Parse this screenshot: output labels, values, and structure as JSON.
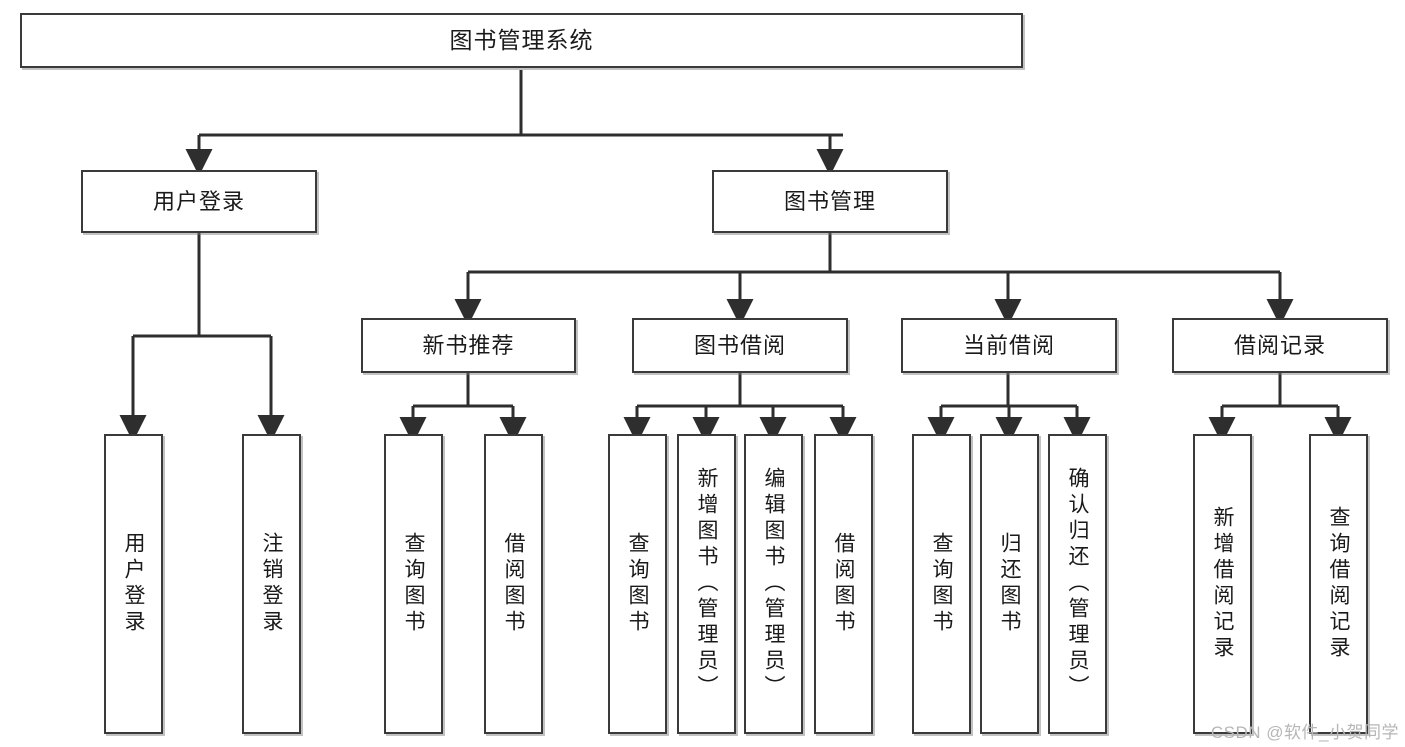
{
  "diagram": {
    "type": "tree-hierarchy",
    "title": "图书管理系统",
    "root": {
      "label": "图书管理系统",
      "children": [
        {
          "label": "用户登录",
          "children": [
            {
              "label": "用户登录"
            },
            {
              "label": "注销登录"
            }
          ]
        },
        {
          "label": "图书管理",
          "children": [
            {
              "label": "新书推荐",
              "children": [
                {
                  "label": "查询图书"
                },
                {
                  "label": "借阅图书"
                }
              ]
            },
            {
              "label": "图书借阅",
              "children": [
                {
                  "label": "查询图书"
                },
                {
                  "label": "新增图书（管理员）"
                },
                {
                  "label": "编辑图书（管理员）"
                },
                {
                  "label": "借阅图书"
                }
              ]
            },
            {
              "label": "当前借阅",
              "children": [
                {
                  "label": "查询图书"
                },
                {
                  "label": "归还图书"
                },
                {
                  "label": "确认归还（管理员）"
                }
              ]
            },
            {
              "label": "借阅记录",
              "children": [
                {
                  "label": "新增借阅记录"
                },
                {
                  "label": "查询借阅记录"
                }
              ]
            }
          ]
        }
      ]
    }
  },
  "nodes": {
    "title": "图书管理系统",
    "user_login": "用户登录",
    "book_manage": "图书管理",
    "new_book_rec": "新书推荐",
    "book_borrow": "图书借阅",
    "current_borrow": "当前借阅",
    "borrow_record": "借阅记录",
    "leaf_user_login": "用户登录",
    "leaf_logout": "注销登录",
    "leaf_query_book_1": "查询图书",
    "leaf_borrow_book_1": "借阅图书",
    "leaf_query_book_2": "查询图书",
    "leaf_add_book_admin": "新增图书（管理员）",
    "leaf_edit_book_admin": "编辑图书（管理员）",
    "leaf_borrow_book_2": "借阅图书",
    "leaf_query_book_3": "查询图书",
    "leaf_return_book": "归还图书",
    "leaf_confirm_return_admin": "确认归还（管理员）",
    "leaf_add_record": "新增借阅记录",
    "leaf_query_record": "查询借阅记录"
  },
  "watermark": {
    "text": "CSDN @软件_小贺同学"
  },
  "colors": {
    "border": "#3a3a3a",
    "background": "#ffffff",
    "text": "#1a1a1a",
    "watermark": "#b6b6b6"
  }
}
